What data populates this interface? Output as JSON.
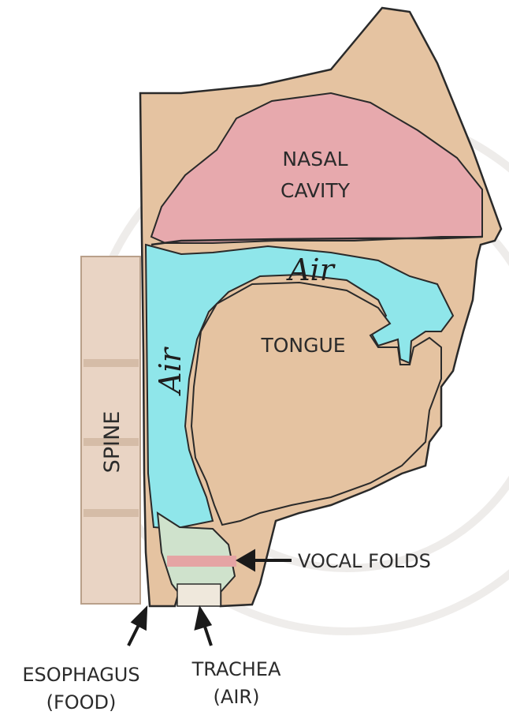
{
  "labels": {
    "nasal_cavity_line1": "NASAL",
    "nasal_cavity_line2": "CAVITY",
    "air_upper": "Air",
    "air_throat": "Air",
    "tongue": "TONGUE",
    "spine": "SPINE",
    "vocal_folds": "VOCAL FOLDS",
    "esophagus_line1": "ESOPHAGUS",
    "esophagus_line2": "(FOOD)",
    "trachea_line1": "TRACHEA",
    "trachea_line2": "(AIR)"
  },
  "colors": {
    "tissue": "#e5c3a1",
    "nasal": "#e7a9ad",
    "air": "#8fe6ea",
    "spine": "#e9d4c4",
    "larynx": "#cfe2cc",
    "vocal_fold": "#e5a4a4",
    "outline": "#2a2a2a"
  }
}
